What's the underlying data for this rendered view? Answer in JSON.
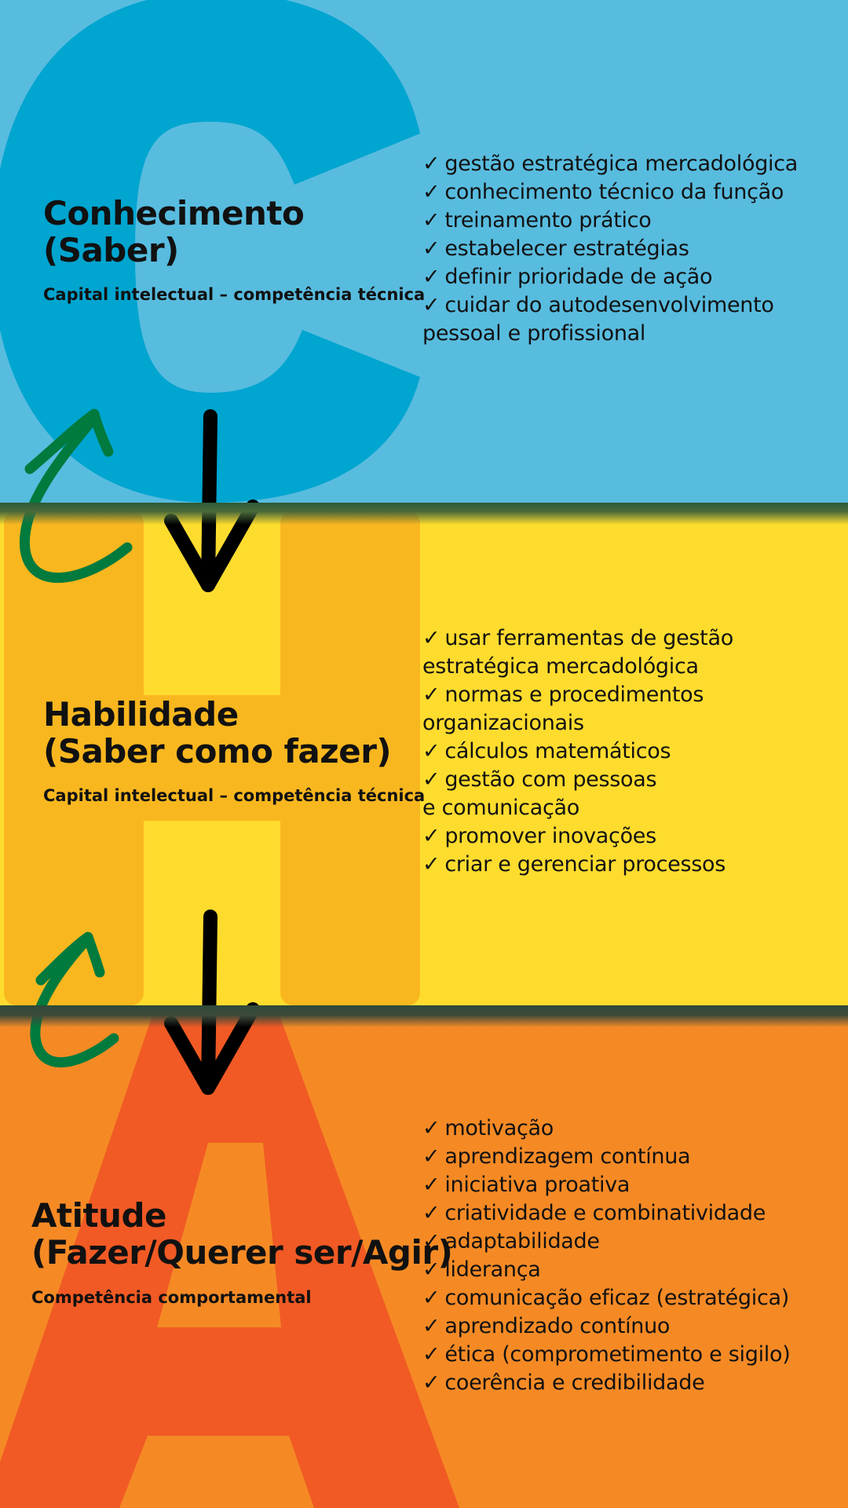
{
  "sections": [
    {
      "letter": "C",
      "title_line1": "Conhecimento",
      "title_line2": "(Saber)",
      "subtitle": "Capital intelectual – competência técnica",
      "items": [
        [
          "gestão estratégica mercadológica"
        ],
        [
          "conhecimento técnico da função"
        ],
        [
          "treinamento prático"
        ],
        [
          "estabelecer estratégias"
        ],
        [
          "definir prioridade de ação"
        ],
        [
          "cuidar do autodesenvolvimento",
          "pessoal e profissional"
        ]
      ]
    },
    {
      "letter": "H",
      "title_line1": "Habilidade",
      "title_line2": "(Saber como fazer)",
      "subtitle": "Capital intelectual – competência técnica",
      "items": [
        [
          "usar ferramentas de gestão",
          "estratégica mercadológica"
        ],
        [
          "normas e procedimentos",
          "organizacionais"
        ],
        [
          "cálculos matemáticos"
        ],
        [
          "gestão com pessoas",
          "e comunicação"
        ],
        [
          "promover inovações"
        ],
        [
          "criar e gerenciar processos"
        ]
      ]
    },
    {
      "letter": "A",
      "title_line1": "Atitude",
      "title_line2": "(Fazer/Querer ser/Agir)",
      "subtitle": "Competência comportamental",
      "items": [
        [
          "motivação"
        ],
        [
          "aprendizagem contínua"
        ],
        [
          "iniciativa proativa"
        ],
        [
          "criatividade e combinatividade"
        ],
        [
          "adaptabilidade"
        ],
        [
          "liderança"
        ],
        [
          "comunicação eficaz (estratégica)"
        ],
        [
          "aprendizado contínuo"
        ],
        [
          "ética (comprometimento e sigilo)"
        ],
        [
          "coerência e credibilidade"
        ]
      ]
    }
  ],
  "check_mark": "✓",
  "colors": {
    "band_c": "#58bcdf",
    "band_h": "#fedc2e",
    "band_a": "#f58a25",
    "letter_c": "#00a5d0",
    "letter_h": "#f9b71f",
    "letter_a": "#f15a24",
    "arrow_down": "#000000",
    "arrow_cycle": "#007a3d"
  }
}
